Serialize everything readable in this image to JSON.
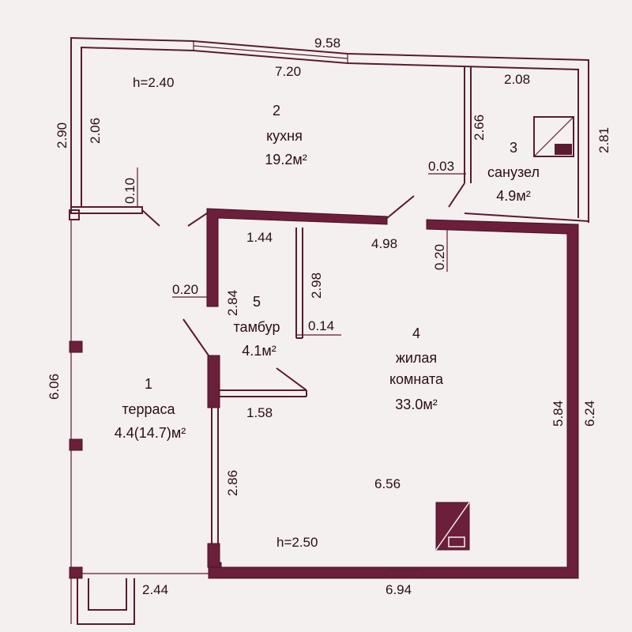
{
  "rooms": [
    {
      "number": "1",
      "name": "терраса",
      "area": "4.4(14.7)м²"
    },
    {
      "number": "2",
      "name": "кухня",
      "area": "19.2м²"
    },
    {
      "number": "3",
      "name": "санузел",
      "area": "4.9м²"
    },
    {
      "number": "4",
      "name": "жилая",
      "name2": "комната",
      "area": "33.0м²"
    },
    {
      "number": "5",
      "name": "тамбур",
      "area": "4.1м²"
    }
  ],
  "heights": {
    "upper": "h=2.40",
    "lower": "h=2.50"
  },
  "dimensions": {
    "top_overall": "9.58",
    "kitchen_top": "7.20",
    "bath_top": "2.08",
    "left_outer_upper": "2.90",
    "left_inner_upper": "2.06",
    "bath_left": "2.66",
    "bath_right": "2.81",
    "small_left_upper": "0.10",
    "gap_bath": "0.03",
    "vestibule_top": "1.44",
    "living_top": "4.98",
    "wall_thick_right": "0.20",
    "vestibule_inner": "2.98",
    "vestibule_left": "2.84",
    "wall_thick_left": "0.20",
    "partition": "0.14",
    "left_outer_lower": "6.06",
    "living_right_inner": "5.84",
    "living_right_outer": "6.24",
    "vestibule_bottom": "1.58",
    "terrace_inner": "2.86",
    "living_width": "6.56",
    "terrace_bottom": "2.44",
    "bottom_overall": "6.94"
  }
}
